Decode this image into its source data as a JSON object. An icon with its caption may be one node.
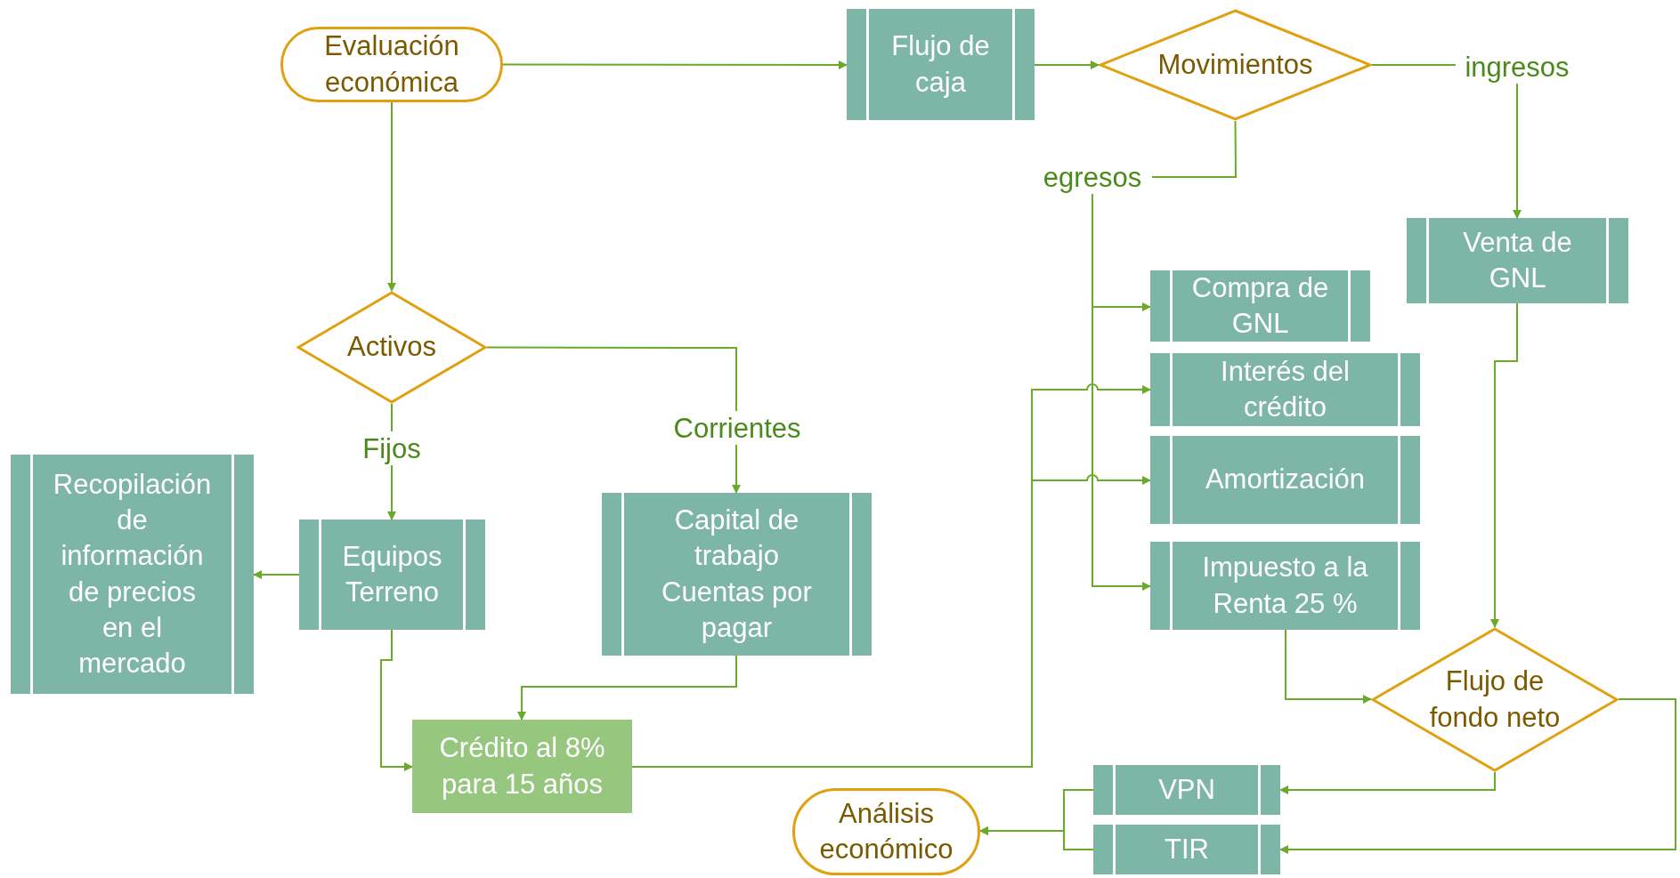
{
  "diagram": {
    "nodes": [
      {
        "text": [
          "Evaluación económica"
        ]
      },
      {
        "text": [
          "Flujo de caja"
        ]
      },
      {
        "text": [
          "Movimientos"
        ]
      },
      {
        "text": [
          "ingresos"
        ]
      },
      {
        "text": [
          "egresos"
        ]
      },
      {
        "text": [
          "Venta de GNL"
        ]
      },
      {
        "text": [
          "Compra de GNL"
        ]
      },
      {
        "text": [
          "Activos"
        ]
      },
      {
        "text": [
          "Interés del crédito"
        ]
      },
      {
        "text": [
          "Corrientes"
        ]
      },
      {
        "text": [
          "Fijos"
        ]
      },
      {
        "text": [
          "Amortización"
        ]
      },
      {
        "text": [
          "Recopilación de información de precios en el mercado"
        ]
      },
      {
        "text": [
          "Equipos",
          "Terreno"
        ]
      },
      {
        "text": [
          "Capital de trabajo",
          "Cuentas por pagar"
        ]
      },
      {
        "text": [
          "Impuesto a la Renta 25 %"
        ]
      },
      {
        "text": [
          "Flujo de fondo neto"
        ]
      },
      {
        "text": [
          "Crédito al 8% para 15 años"
        ]
      },
      {
        "text": [
          "VPN"
        ]
      },
      {
        "text": [
          "Análisis económico"
        ]
      },
      {
        "text": [
          "TIR"
        ]
      }
    ],
    "edges": [
      {
        "from": 0,
        "to": 1,
        "arrow": "to"
      },
      {
        "from": 0,
        "to": 7,
        "arrow": "to"
      },
      {
        "from": 1,
        "to": 2,
        "arrow": "to"
      },
      {
        "from": 2,
        "to": 3,
        "arrow": "none"
      },
      {
        "from": 3,
        "to": 5,
        "arrow": "to"
      },
      {
        "from": 2,
        "to": 4,
        "arrow": "none"
      },
      {
        "from": 4,
        "to": 6,
        "arrow": "to"
      },
      {
        "from": 4,
        "to": 15,
        "arrow": "to"
      },
      {
        "from": 7,
        "to": 10,
        "arrow": "none"
      },
      {
        "from": 10,
        "to": 13,
        "arrow": "to"
      },
      {
        "from": 7,
        "to": 9,
        "arrow": "none"
      },
      {
        "from": 9,
        "to": 14,
        "arrow": "to"
      },
      {
        "from": 13,
        "to": 12,
        "arrow": "to"
      },
      {
        "from": 13,
        "to": 17,
        "arrow": "to"
      },
      {
        "from": 14,
        "to": 17,
        "arrow": "to"
      },
      {
        "from": 17,
        "to": 8,
        "arrow": "to"
      },
      {
        "from": 17,
        "to": 11,
        "arrow": "to"
      },
      {
        "from": 5,
        "to": 16,
        "arrow": "to"
      },
      {
        "from": 15,
        "to": 16,
        "arrow": "to"
      },
      {
        "from": 16,
        "to": 18,
        "arrow": "to"
      },
      {
        "from": 16,
        "to": 20,
        "arrow": "to"
      },
      {
        "from": 18,
        "to": 19,
        "arrow": "to"
      },
      {
        "from": 20,
        "to": 19,
        "arrow": "to"
      }
    ]
  }
}
